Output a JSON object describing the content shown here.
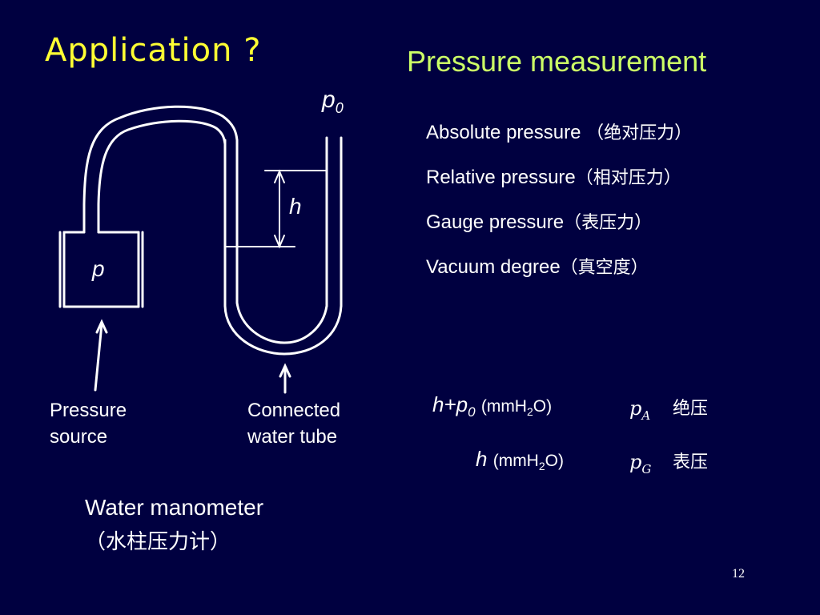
{
  "slide": {
    "title": "Application ?",
    "subtitle": "Pressure measurement",
    "page_number": "12"
  },
  "terms": [
    {
      "en": "Absolute pressure ",
      "cn": "（绝对压力）"
    },
    {
      "en": "Relative pressure",
      "cn": "（相对压力）"
    },
    {
      "en": "Gauge pressure",
      "cn": "（表压力）"
    },
    {
      "en": "Vacuum degree",
      "cn": "（真空度）"
    }
  ],
  "diagram": {
    "label_p0_base": "p",
    "label_p0_sub": "0",
    "label_h": "h",
    "label_p": "p",
    "pressure_source": [
      "Pressure",
      "source"
    ],
    "water_tube": [
      "Connected",
      "water tube"
    ],
    "caption_en": "Water manometer",
    "caption_cn": "（水柱压力计）"
  },
  "formulas": [
    {
      "expr_h": "h",
      "expr_plus": "+",
      "expr_p": "p",
      "expr_p_sub": "0",
      "unit_pre": "(mmH",
      "unit_sub": "2",
      "unit_post": "O)",
      "symbol": "p",
      "symbol_sub": "A",
      "cn": "绝压"
    },
    {
      "expr_h": "h",
      "unit_pre": "(mmH",
      "unit_sub": "2",
      "unit_post": "O)",
      "symbol": "p",
      "symbol_sub": "G",
      "cn": "表压"
    }
  ],
  "colors": {
    "background": "#000040",
    "title": "#ffff33",
    "subtitle": "#ccff66",
    "text": "#ffffff"
  }
}
